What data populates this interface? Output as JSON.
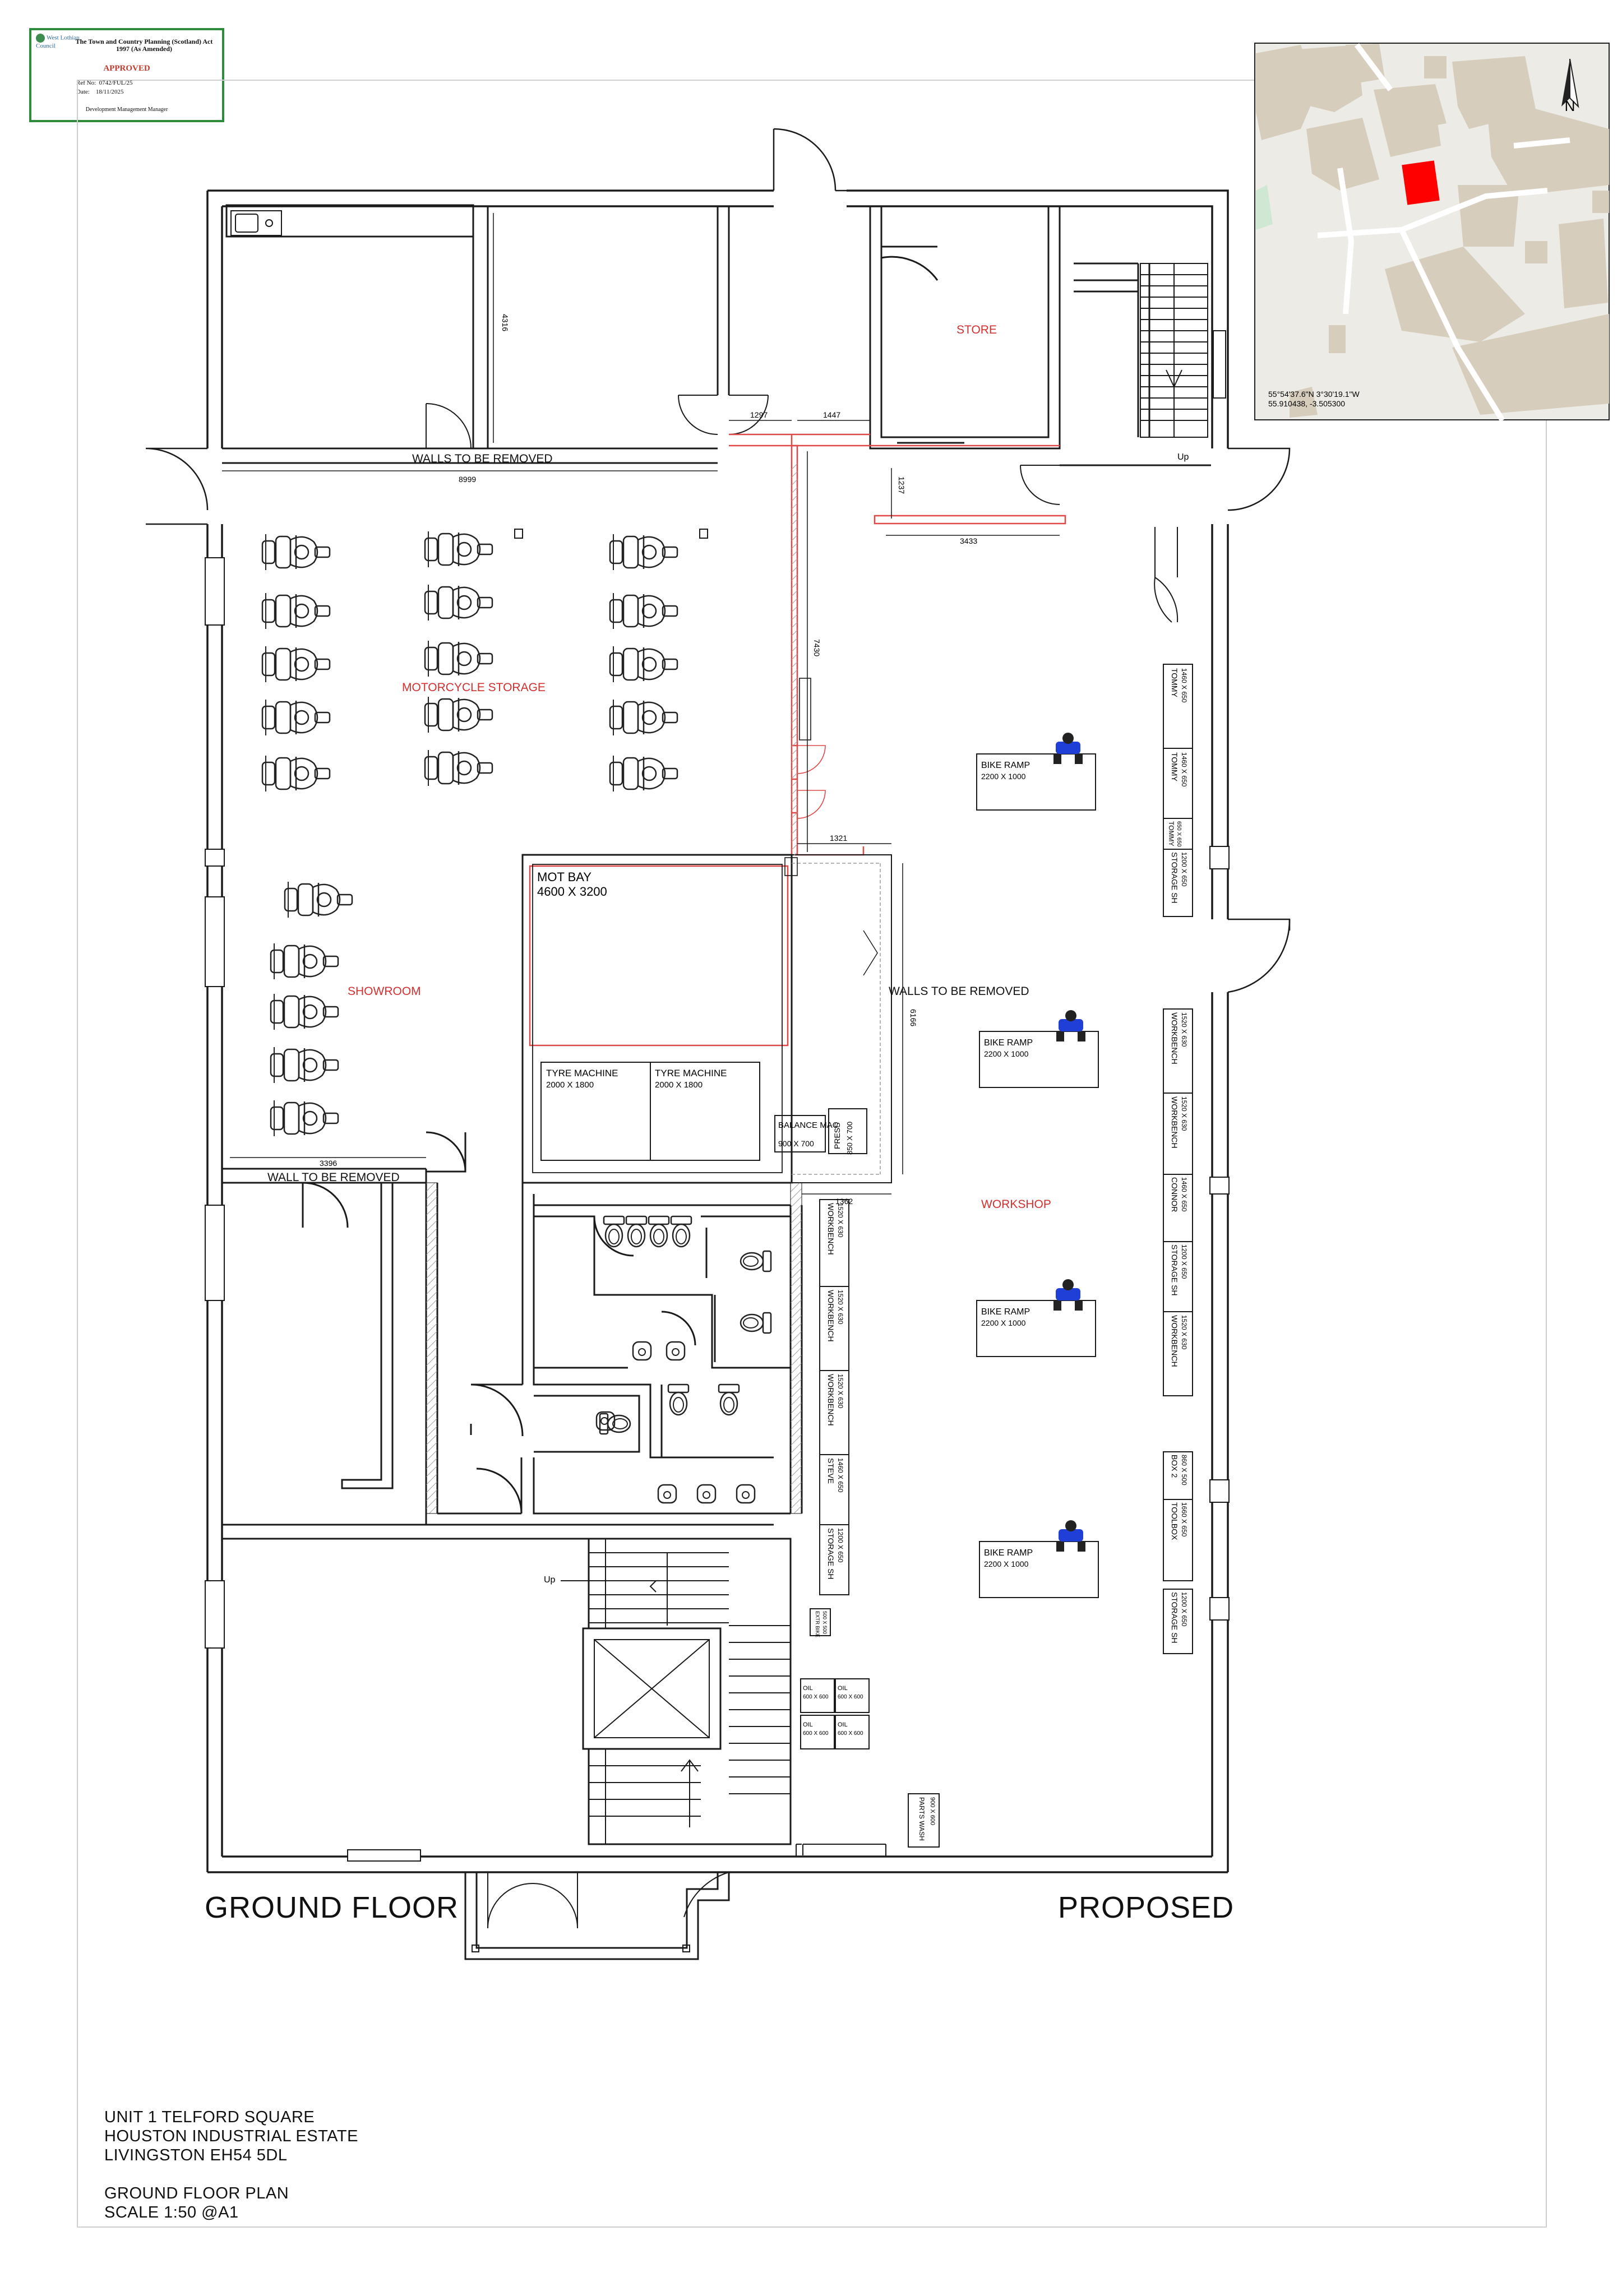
{
  "stamp": {
    "council": "West Lothian Council",
    "act_line1": "The Town and Country Planning (Scotland) Act",
    "act_line2": "1997 (As Amended)",
    "status": "APPROVED",
    "ref_label": "Ref No:",
    "ref_no": "0742/FUL/25",
    "date_label": "Date:",
    "date": "18/11/2025",
    "signatory": "Development Management Manager",
    "status_color": "#c0392b",
    "border_color": "#2e8b3e"
  },
  "location_map": {
    "coords_dms": "55°54'37.6\"N 3°30'19.1\"W",
    "coords_decimal": "55.910438, -3.505300",
    "north_label": "N",
    "site_color": "#ff0000",
    "building_color": "#d6cdbd"
  },
  "rooms": {
    "store": "STORE",
    "motorcycle_storage": "MOTORCYCLE STORAGE",
    "showroom": "SHOWROOM",
    "workshop": "WORKSHOP",
    "mot_bay": "MOT BAY",
    "mot_bay_size": "4600 X 3200"
  },
  "notes": {
    "walls_removed_top": "WALLS TO BE REMOVED",
    "walls_removed_right": "WALLS TO BE REMOVED",
    "wall_removed_showroom": "WALL TO BE REMOVED",
    "up_stair_top": "Up",
    "up_stair_bottom": "Up"
  },
  "dimensions": {
    "d8999": "8999",
    "d4316": "4316",
    "d1297": "1297",
    "d1447": "1447",
    "d1237": "1237",
    "d3433": "3433",
    "d7430": "7430",
    "d1321": "1321",
    "d6166": "6166",
    "d1362": "1362",
    "d3396": "3396"
  },
  "equipment": {
    "tyre_machine": "TYRE MACHINE",
    "tyre_machine_size": "2000 X 1800",
    "balance_mac": "BALANCE MAC",
    "balance_mac_size": "900 X 700",
    "press": "PRESS",
    "press_size": "850 X 700",
    "bike_ramp": "BIKE RAMP",
    "bike_ramp_size": "2200 X 1000",
    "workbench": "WORKBENCH",
    "workbench_size": "1520 X 630",
    "tommy": "TOMMY",
    "tommy_size": "1460 X 650",
    "tommy_small_size": "650 X 650",
    "storage_sh": "STORAGE SH",
    "storage_sh_size": "1200 X 650",
    "connor": "CONNOR",
    "connor_size": "1460 X 650",
    "steve": "STEVE",
    "steve_size": "1460 X 650",
    "box2": "BOX 2",
    "box2_size": "860 X 500",
    "toolbox": "TOOLBOX",
    "toolbox_size": "1660 X 650",
    "oil": "OIL",
    "oil_size": "600 X 600",
    "parts_wash": "PARTS WASH",
    "parts_wash_size": "900 X 600",
    "small_unit": "EXTR BIKE",
    "small_unit_size": "500 X 500"
  },
  "titles": {
    "floor": "GROUND FLOOR",
    "status": "PROPOSED"
  },
  "title_block": {
    "address1": "UNIT 1 TELFORD SQUARE",
    "address2": "HOUSTON INDUSTRIAL ESTATE",
    "address3": "LIVINGSTON EH54 5DL",
    "drawing": "GROUND FLOOR PLAN",
    "scale": "SCALE 1:50 @A1"
  },
  "colors": {
    "line": "#1a1a1a",
    "red_label": "#d32f2f",
    "removed_wall": "#e04848",
    "hatch": "#9a9a9a",
    "blue_figure": "#1f3fd6"
  }
}
